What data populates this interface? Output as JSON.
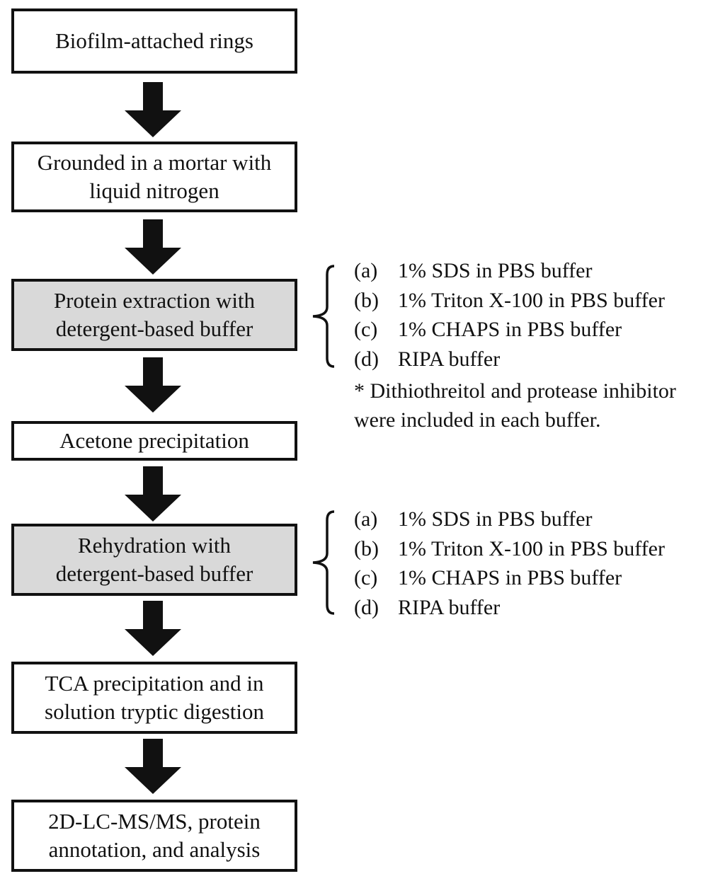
{
  "steps": [
    {
      "lines": [
        "Biofilm-attached rings"
      ]
    },
    {
      "lines": [
        "Grounded in a mortar with",
        "liquid nitrogen"
      ]
    },
    {
      "lines": [
        "Protein extraction with",
        "detergent-based buffer"
      ]
    },
    {
      "lines": [
        "Acetone precipitation"
      ]
    },
    {
      "lines": [
        "Rehydration with",
        "detergent-based buffer"
      ]
    },
    {
      "lines": [
        "TCA precipitation and in",
        "solution tryptic digestion"
      ]
    },
    {
      "lines": [
        "2D-LC-MS/MS, protein",
        "annotation, and analysis"
      ]
    }
  ],
  "extraction_options": [
    {
      "key": "(a)",
      "text": "1% SDS in PBS buffer"
    },
    {
      "key": "(b)",
      "text": "1% Triton X-100 in PBS buffer"
    },
    {
      "key": "(c)",
      "text": "1% CHAPS in  PBS buffer"
    },
    {
      "key": "(d)",
      "text": "RIPA buffer"
    }
  ],
  "extraction_note": [
    "* Dithiothreitol and protease inhibitor",
    "were included in each buffer."
  ],
  "rehydration_options": [
    {
      "key": "(a)",
      "text": "1% SDS in PBS buffer"
    },
    {
      "key": "(b)",
      "text": "1% Triton X-100 in PBS buffer"
    },
    {
      "key": "(c)",
      "text": "1% CHAPS in  PBS buffer"
    },
    {
      "key": "(d)",
      "text": "RIPA buffer"
    }
  ],
  "colors": {
    "shaded_box": "#d9d9d9",
    "stroke": "#111111"
  }
}
